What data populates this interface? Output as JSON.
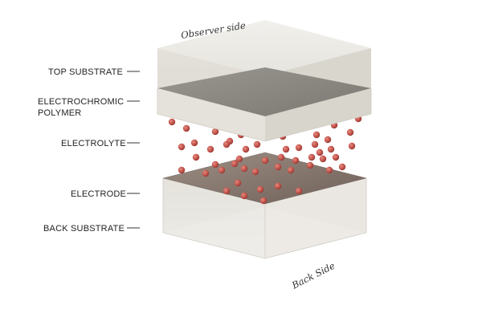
{
  "labels": {
    "observer_side": "Observer side",
    "back_side": "Back Side",
    "top_substrate": "TOP SUBSTRATE",
    "electrochromic_line1": "ELECTROCHROMIC",
    "electrochromic_line2": "POLYMER",
    "electrolyte": "ELECTROLYTE",
    "electrode": "ELECTRODE",
    "back_substrate": "BACK SUBSTRATE"
  },
  "colors": {
    "substrate_top": "#ecebe6",
    "substrate_front": "#e1ded7",
    "substrate_side": "#d4d0c8",
    "polymer": "#8a8780",
    "electrode": "#8a7a70",
    "ion": "#c4544b"
  }
}
